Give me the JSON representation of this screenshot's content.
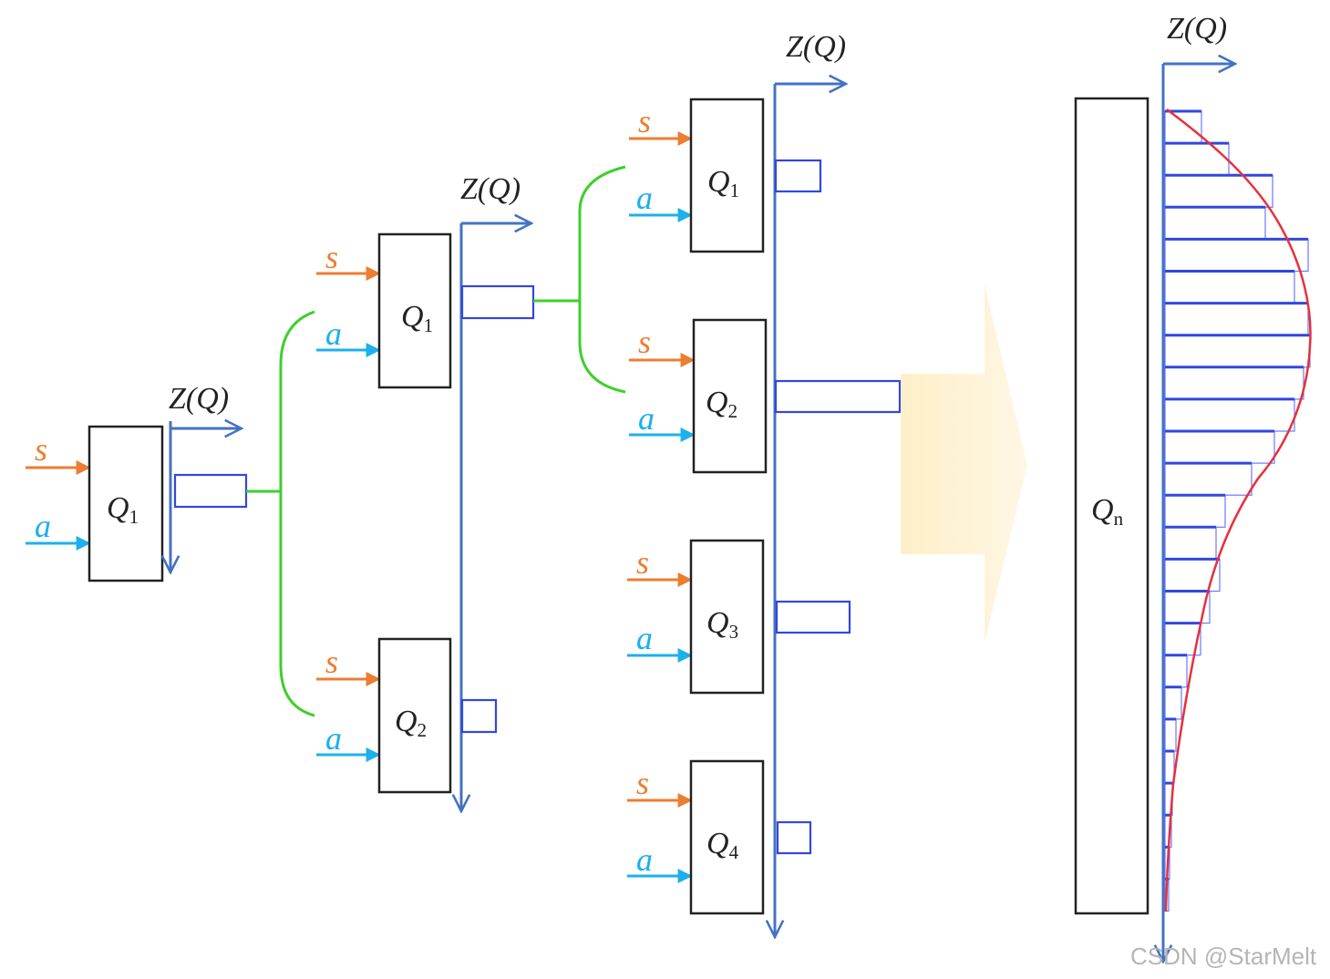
{
  "stages": [
    {
      "axis_label": "Z(Q)",
      "boxes": [
        {
          "letter": "Q",
          "sub": "1",
          "s": "s",
          "a": "a"
        }
      ]
    },
    {
      "axis_label": "Z(Q)",
      "boxes": [
        {
          "letter": "Q",
          "sub": "1",
          "s": "s",
          "a": "a"
        },
        {
          "letter": "Q",
          "sub": "2",
          "s": "s",
          "a": "a"
        }
      ]
    },
    {
      "axis_label": "Z(Q)",
      "boxes": [
        {
          "letter": "Q",
          "sub": "1",
          "s": "s",
          "a": "a"
        },
        {
          "letter": "Q",
          "sub": "2",
          "s": "s",
          "a": "a"
        },
        {
          "letter": "Q",
          "sub": "3",
          "s": "s",
          "a": "a"
        },
        {
          "letter": "Q",
          "sub": "4",
          "s": "s",
          "a": "a"
        }
      ]
    },
    {
      "axis_label": "Z(Q)",
      "boxes": [
        {
          "letter": "Q",
          "sub": "n"
        }
      ]
    }
  ],
  "watermark": "CSDN @StarMelt",
  "colors": {
    "state": "#ed7d31",
    "action": "#1cb0ec",
    "axis": "#4472c4",
    "bars": "#3346e0",
    "split": "#3fcf2c",
    "density": "#e8303b",
    "transition_arrow": "#fdf0cc"
  }
}
